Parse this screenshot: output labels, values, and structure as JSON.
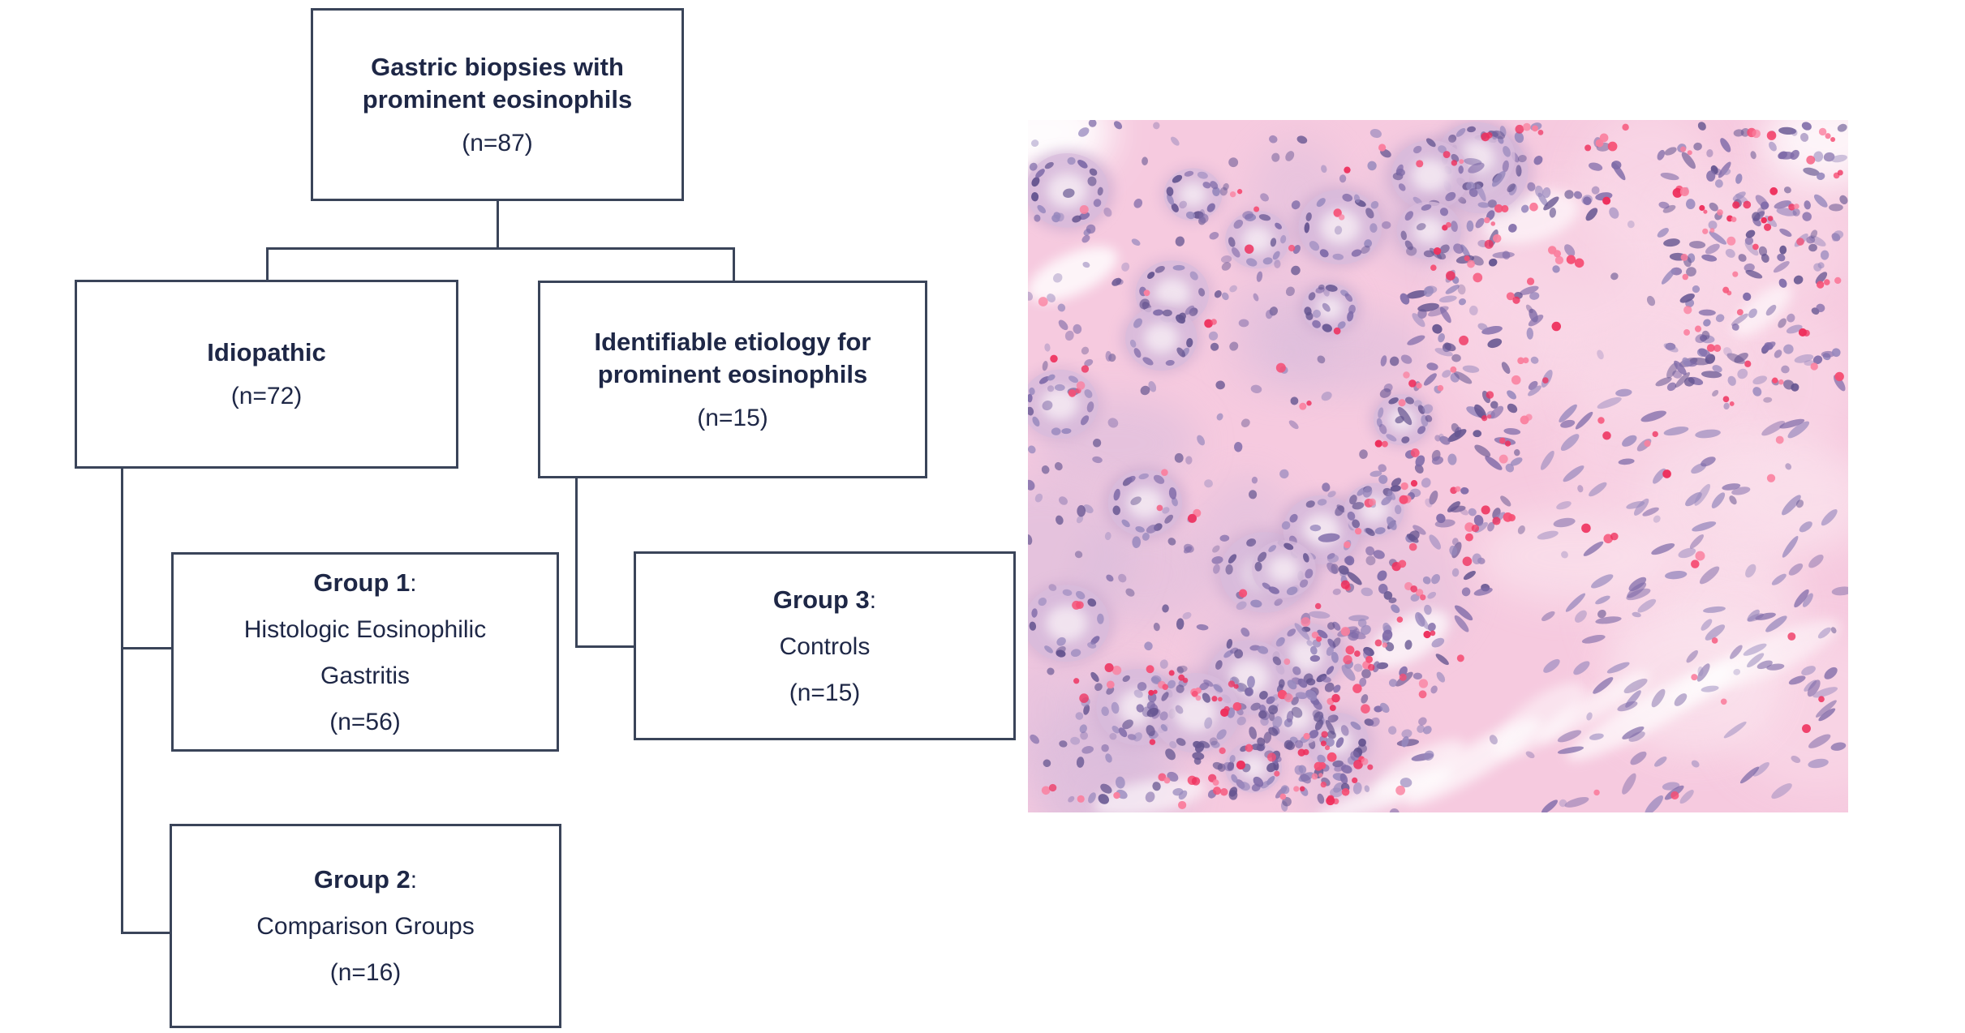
{
  "page": {
    "background": "#ffffff"
  },
  "flowchart": {
    "line_color": "#3a4459",
    "text_color": "#1e2746",
    "box_background": "#ffffff",
    "nodes": {
      "root": {
        "title_lines": [
          "Gastric biopsies with",
          "prominent eosinophils"
        ],
        "count": "(n=87)"
      },
      "idiopathic": {
        "title_lines": [
          "Idiopathic"
        ],
        "count": "(n=72)"
      },
      "identifiable": {
        "title_lines": [
          "Identifiable etiology for",
          "prominent eosinophils"
        ],
        "count": "(n=15)"
      },
      "group1": {
        "title": "Group 1",
        "title_suffix": ":",
        "body_lines": [
          "Histologic Eosinophilic",
          "Gastritis"
        ],
        "count": "(n=56)"
      },
      "group2": {
        "title": "Group 2",
        "title_suffix": ":",
        "body_lines": [
          "Comparison Groups"
        ],
        "count": "(n=16)"
      },
      "group3": {
        "title": "Group 3",
        "title_suffix": ":",
        "body_lines": [
          "Controls"
        ],
        "count": "(n=15)"
      }
    }
  },
  "micrograph": {
    "description": "Hematoxylin and eosin stained gastric biopsy photomicrograph showing gastric glands with a prominent eosinophilic inflammatory infiltrate",
    "palette": {
      "base_pink": "#f6cadf",
      "stroma_pink": "#f9d8e7",
      "pale_pink": "#fbe4ee",
      "gland_lavender": "#d8bcdc",
      "gland_deep_lavender": "#c9a9cf",
      "gland_lumen": "#f3e6f1",
      "nucleus_dark": "#63538f",
      "nucleus_mid": "#7e6aa8",
      "nucleus_light": "#9788bd",
      "eosinophil_red": "#f64e74",
      "eosinophil_deep": "#ee2f5c",
      "eosinophil_pink": "#fa7f9e",
      "white": "#ffffff"
    }
  }
}
